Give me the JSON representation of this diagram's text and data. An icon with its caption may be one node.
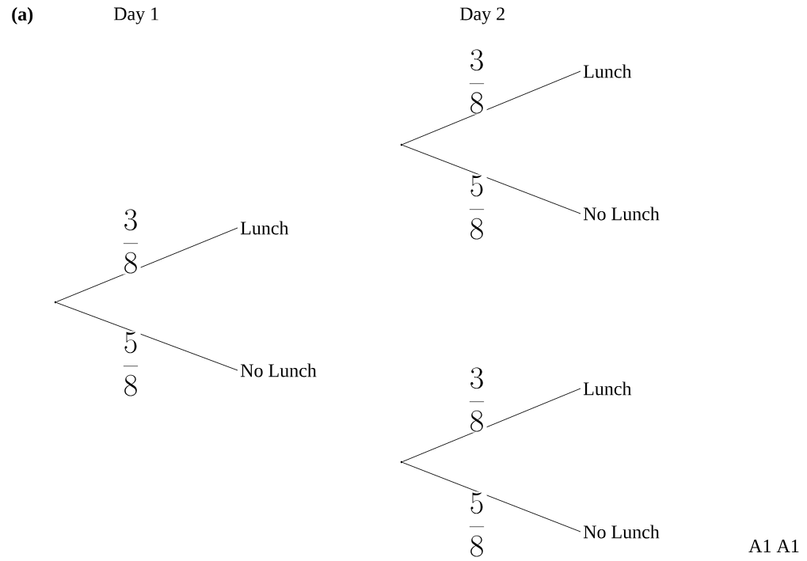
{
  "diagram": {
    "nodes": [
      {
        "text": [],
        "shape": "point"
      },
      {
        "text": [
          "Lunch"
        ]
      },
      {
        "text": [
          "No Lunch"
        ]
      },
      {
        "text": [],
        "shape": "point"
      },
      {
        "text": [
          "Lunch"
        ]
      },
      {
        "text": [
          "No Lunch"
        ]
      },
      {
        "text": [],
        "shape": "point"
      },
      {
        "text": [
          "Lunch"
        ]
      },
      {
        "text": [
          "No Lunch"
        ]
      }
    ],
    "edges": [
      {
        "from": 0,
        "to": 1,
        "arrow": "none",
        "label": "\\frac{3}{8}"
      },
      {
        "from": 0,
        "to": 2,
        "arrow": "none",
        "label": "\\frac{5}{8}"
      },
      {
        "from": 3,
        "to": 4,
        "arrow": "none",
        "label": "\\frac{3}{8}"
      },
      {
        "from": 3,
        "to": 5,
        "arrow": "none",
        "label": "\\frac{5}{8}"
      },
      {
        "from": 6,
        "to": 7,
        "arrow": "none",
        "label": "\\frac{3}{8}"
      },
      {
        "from": 6,
        "to": 8,
        "arrow": "none",
        "label": "\\frac{5}{8}"
      }
    ],
    "labels": [
      "(a)",
      "Day 1",
      "Day 2",
      "A1 A1"
    ]
  }
}
